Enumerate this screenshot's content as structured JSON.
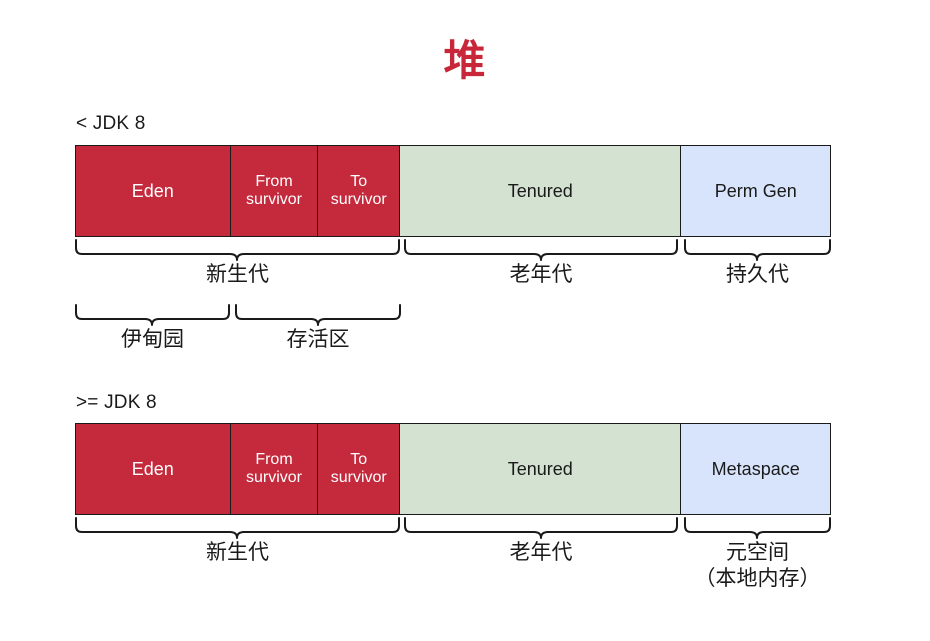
{
  "title": "堆",
  "title_color": "#c8273a",
  "colors": {
    "young_red": "#c5293c",
    "old_green": "#d4e2d1",
    "perm_blue": "#d8e4fb",
    "outline": "#1a1a1a",
    "background": "#ffffff"
  },
  "diagrams": [
    {
      "version_label": "< JDK 8",
      "segments": [
        {
          "label": "Eden",
          "fill": "red"
        },
        {
          "label": "From\nsurvivor",
          "fill": "red"
        },
        {
          "label": "To\nsurvivor",
          "fill": "red"
        },
        {
          "label": "Tenured",
          "fill": "green"
        },
        {
          "label": "Perm Gen",
          "fill": "blue"
        }
      ],
      "braces_level1": [
        {
          "label": "新生代"
        },
        {
          "label": "老年代"
        },
        {
          "label": "持久代"
        }
      ],
      "braces_level2": [
        {
          "label": "伊甸园"
        },
        {
          "label": "存活区"
        }
      ]
    },
    {
      "version_label": ">= JDK 8",
      "segments": [
        {
          "label": "Eden",
          "fill": "red"
        },
        {
          "label": "From\nsurvivor",
          "fill": "red"
        },
        {
          "label": "To\nsurvivor",
          "fill": "red"
        },
        {
          "label": "Tenured",
          "fill": "green"
        },
        {
          "label": "Metaspace",
          "fill": "blue"
        }
      ],
      "braces_level1": [
        {
          "label": "新生代"
        },
        {
          "label": "老年代"
        },
        {
          "label": "元空间\n（本地内存）"
        }
      ],
      "braces_level2": []
    }
  ]
}
